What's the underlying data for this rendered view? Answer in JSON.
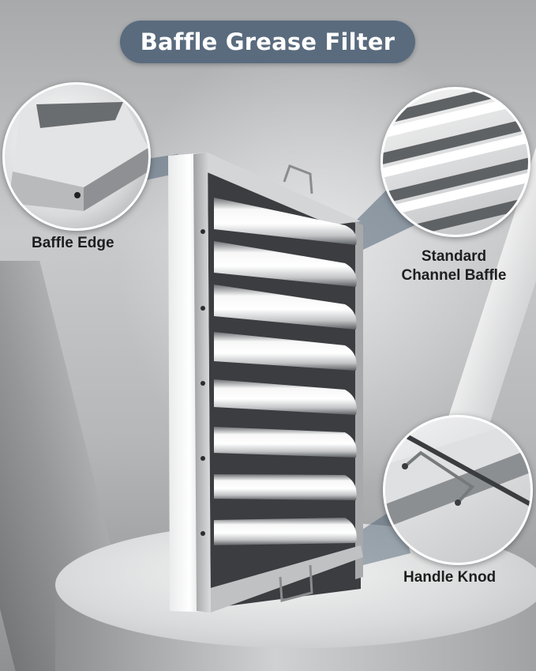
{
  "title": "Baffle Grease Filter",
  "callouts": {
    "edge": "Baffle Edge",
    "channel_line1": "Standard",
    "channel_line2": "Channel Baffle",
    "handle": "Handle Knod"
  },
  "colors": {
    "title_bg": "#5a6b7e",
    "title_text": "#ffffff",
    "label_text": "#1e1e1e",
    "beam": "#4f6375"
  }
}
